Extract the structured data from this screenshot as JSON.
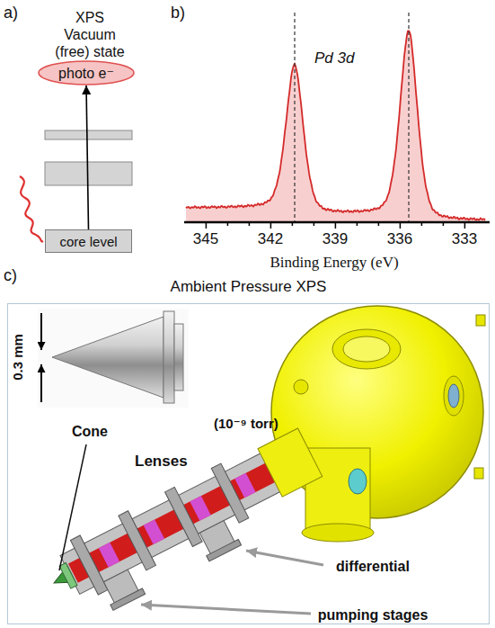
{
  "diagram": {
    "nodes": [
      {
        "text": [
          "photo e⁻"
        ]
      },
      {
        "text": [
          "core level"
        ]
      },
      {
        "text": [
          "Ambient Pressure XPS"
        ]
      }
    ],
    "edges": [
      {
        "from": 1,
        "to": 0,
        "arrow": "to"
      }
    ],
    "labels": [
      "a)",
      "XPS",
      "Vacuum",
      "(free) state",
      "b)",
      "Pd 3d",
      "345",
      "342",
      "339",
      "336",
      "333",
      "Binding Energy (eV)",
      "c)",
      "0.3 mm",
      "(10⁻⁹ torr)",
      "Cone",
      "Lenses",
      "differential pumping stages"
    ]
  }
}
